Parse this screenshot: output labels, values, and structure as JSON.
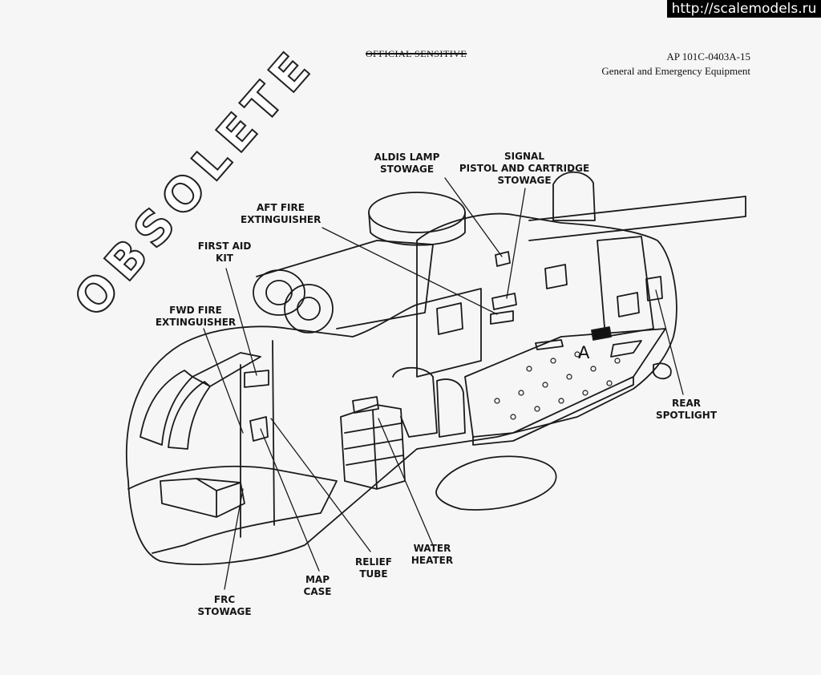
{
  "watermark": {
    "url": "http://scalemodels.ru"
  },
  "header": {
    "marking": "OFFICIAL SENSITIVE",
    "pub_number": "AP 101C-0403A-15",
    "section": "General and Emergency Equipment"
  },
  "stamp": "OBSOLETE",
  "labels": {
    "aldis": "ALDIS LAMP\nSTOWAGE",
    "signal": "SIGNAL\nPISTOL AND CARTRIDGE\nSTOWAGE",
    "aft_fire": "AFT FIRE\nEXTINGUISHER",
    "first_aid": "FIRST AID\nKIT",
    "fwd_fire": "FWD FIRE\nEXTINGUISHER",
    "rear_spotlight": "REAR\nSPOTLIGHT",
    "water_heater": "WATER\nHEATER",
    "relief_tube": "RELIEF\nTUBE",
    "map_case": "MAP\nCASE",
    "frc_stowage": "FRC\nSTOWAGE",
    "detail_a": "A"
  }
}
